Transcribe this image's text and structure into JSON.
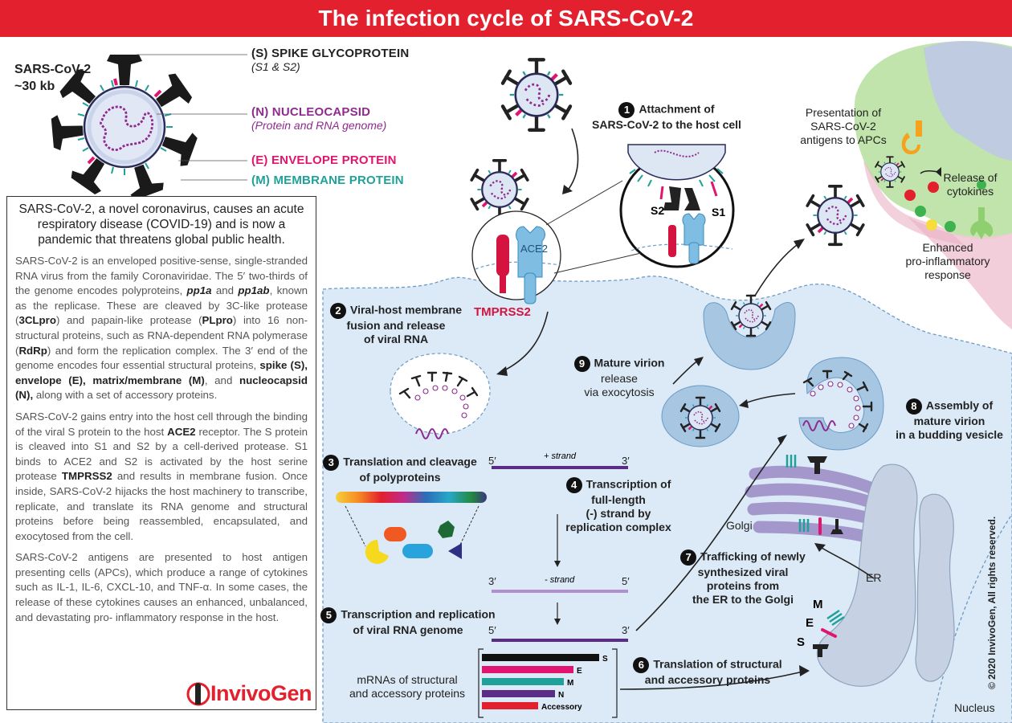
{
  "title": "The infection cycle of SARS-CoV-2",
  "virus": {
    "name": "SARS-CoV-2",
    "size": "~30 kb"
  },
  "legend": {
    "spike": {
      "title": "(S) SPIKE GLYCOPROTEIN",
      "sub": "(S1 & S2)",
      "color": "#222222"
    },
    "nucleocapsid": {
      "title": "(N) NUCLEOCAPSID",
      "sub": "(Protein and RNA genome)",
      "color": "#8e2b8e"
    },
    "envelope": {
      "title": "(E) ENVELOPE PROTEIN",
      "color": "#e0156f"
    },
    "membrane": {
      "title": "(M) MEMBRANE PROTEIN",
      "color": "#1fa19a"
    }
  },
  "intro": {
    "lead": "SARS-CoV-2, a novel coronavirus, causes an acute respiratory disease (COVID-19) and is now a pandemic that threatens global public health.",
    "p1": {
      "a": "SARS-CoV-2 is an enveloped positive-sense, single-stranded RNA virus from the family Coronaviridae. The 5′ two-thirds of the genome encodes polyproteins, ",
      "pp1a": "pp1a",
      "b": " and ",
      "pp1ab": "pp1ab",
      "c": ", known as the replicase. These are cleaved by 3C-like protease (",
      "clpro": "3CLpro",
      "d": ") and papain-like protease (",
      "plpro": "PLpro",
      "e": ") into 16 non-structural proteins, such as RNA-dependent RNA polymerase (",
      "rdrp": "RdRp",
      "f": ") and form the replication complex. The 3′ end of the genome encodes four essential structural proteins, ",
      "proteins": "spike (S), envelope (E), matrix/membrane (M)",
      "g": ", and ",
      "ncap": "nucleocapsid (N),",
      "h": " along with a set of accessory proteins."
    },
    "p2": {
      "a": "SARS-CoV-2 gains entry into the host cell through the binding of the viral S protein to the host ",
      "ace2": "ACE2",
      "b": " receptor. The S protein is cleaved into S1 and S2 by a cell-derived protease. S1 binds to ACE2 and S2 is activated by the host serine protease ",
      "tmprss2": "TMPRSS2",
      "c": " and results in membrane fusion. Once inside, SARS-CoV-2 hijacks the host machinery to transcribe, replicate, and translate its RNA genome and structural proteins before being reassembled, encapsulated, and exocytosed from the cell."
    },
    "p3": "SARS-CoV-2 antigens are presented to host antigen presenting cells (APCs), which produce a range of cytokines such as IL-1, IL-6, CXCL-10, and TNF-α. In some cases, the release of these cytokines causes an enhanced, unbalanced, and devastating pro- inflammatory response in the host."
  },
  "logo": "InvivoGen",
  "copyright": "© 2020 InvivoGen, All rights reserved.",
  "steps": {
    "s1": {
      "num": "1",
      "line1": "Attachment of",
      "line2": "SARS-CoV-2 to the host cell"
    },
    "s2": {
      "num": "2",
      "line1": "Viral-host membrane",
      "line2": "fusion and release",
      "line3": "of viral RNA"
    },
    "s3": {
      "num": "3",
      "line1": "Translation and cleavage",
      "line2": "of polyproteins"
    },
    "s4": {
      "num": "4",
      "line1": "Transcription of",
      "line2": "full-length",
      "line3": "(-)  strand by",
      "line4": "replication complex"
    },
    "s5": {
      "num": "5",
      "line1": "Transcription and replication",
      "line2": "of viral RNA genome"
    },
    "s6": {
      "num": "6",
      "line1": "Translation of structural",
      "line2": "and accessory proteins"
    },
    "s7": {
      "num": "7",
      "line1": "Trafficking of newly",
      "line2": "synthesized viral",
      "line3": "proteins from",
      "line4": "the ER to the Golgi"
    },
    "s8": {
      "num": "8",
      "line1": "Assembly of",
      "line2": "mature virion",
      "line3": "in a budding vesicle"
    },
    "s9": {
      "num": "9",
      "line1": "Mature virion",
      "line2": "release",
      "line3": "via exocytosis"
    }
  },
  "labels": {
    "s2": "S2",
    "s1": "S1",
    "ace2": "ACE2",
    "tmprss2": "TMPRSS2",
    "golgi": "Golgi",
    "er": "ER",
    "nucleus": "Nucleus",
    "m": "M",
    "e": "E",
    "s": "S",
    "apc": "Presentation of\nSARS-CoV-2\nantigens to APCs",
    "cytokines": "Release of\ncytokines",
    "response": "Enhanced\npro-inflammatory\nresponse"
  },
  "strands": {
    "plus": {
      "left": "5′",
      "right": "3′",
      "name": "+ strand"
    },
    "minus": {
      "left": "3′",
      "right": "5′",
      "name": "- strand"
    },
    "genome": {
      "left": "5′",
      "right": "3′"
    }
  },
  "mrnas": {
    "title": "mRNAs of structural\nand accessory proteins",
    "items": [
      {
        "label": "S",
        "color": "#111111",
        "length": 1.0
      },
      {
        "label": "E",
        "color": "#e0156f",
        "length": 0.78
      },
      {
        "label": "M",
        "color": "#1fa19a",
        "length": 0.7
      },
      {
        "label": "N",
        "color": "#5b2c86",
        "length": 0.62
      },
      {
        "label": "Accessory",
        "color": "#e3202e",
        "length": 0.48
      }
    ]
  },
  "colors": {
    "accent": "#e3202e",
    "cell": "#dbeaf6",
    "spike": "#222222",
    "rna": "#8e2b8e",
    "envelope": "#e0156f",
    "membrane": "#1fa19a"
  }
}
